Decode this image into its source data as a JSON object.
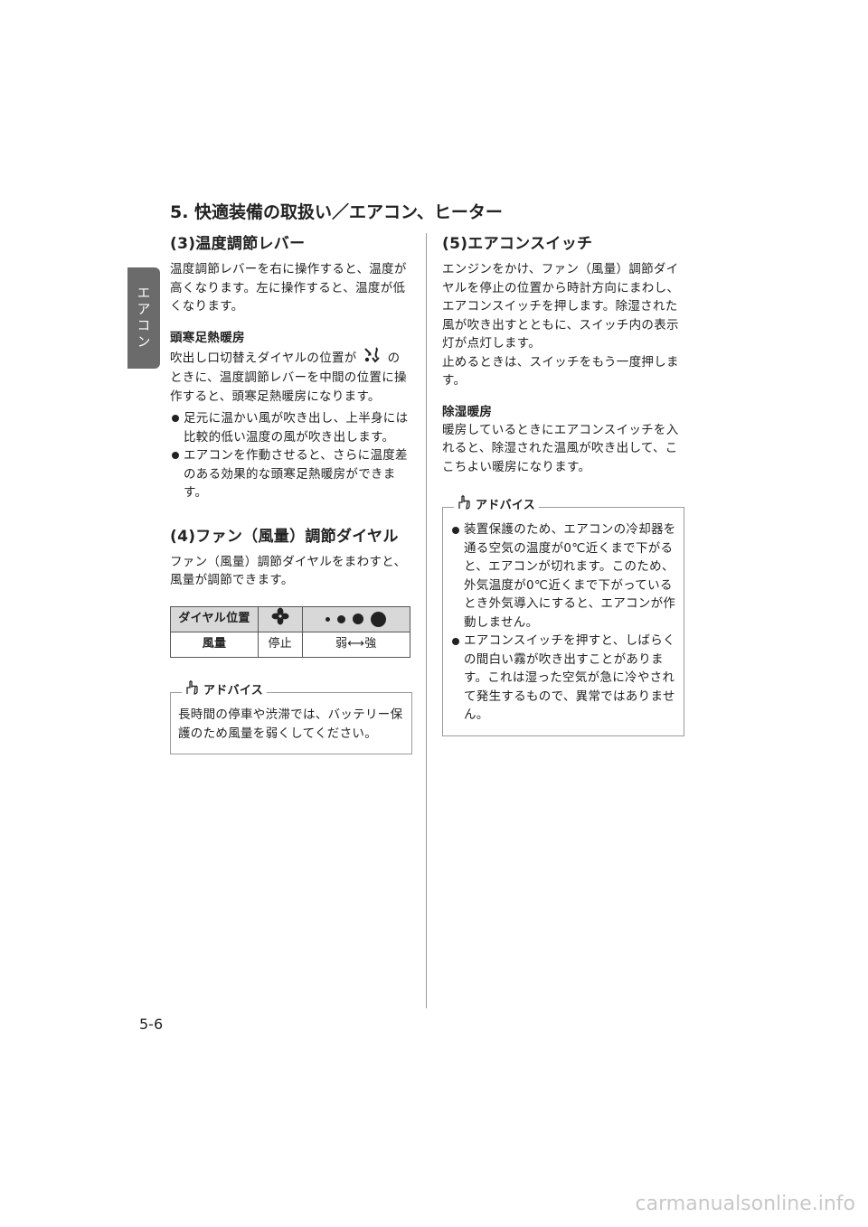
{
  "side_tab": "エアコン",
  "section_title": "5. 快適装備の取扱い／エアコン、ヒーター",
  "left": {
    "h_temp": "(3)温度調節レバー",
    "temp_p": "温度調節レバーを右に操作すると、温度が高くなります。左に操作すると、温度が低くなります。",
    "heat_title": "頭寒足熱暖房",
    "heat_p_a": "吹出し口切替えダイヤルの位置が",
    "heat_p_b": "のときに、温度調節レバーを中間の位置に操作すると、頭寒足熱暖房になります。",
    "bullets": [
      "足元に温かい風が吹き出し、上半身には比較的低い温度の風が吹き出します。",
      "エアコンを作動させると、さらに温度差のある効果的な頭寒足熱暖房ができます。"
    ],
    "h_fan": "(4)ファン（風量）調節ダイヤル",
    "fan_p": "ファン（風量）調節ダイヤルをまわすと、風量が調節できます。",
    "table": {
      "row1_label": "ダイヤル位置",
      "row2_label": "風量",
      "stop": "停止",
      "range": "弱⟷強"
    },
    "advice_label": "アドバイス",
    "advice_text": "長時間の停車や渋滞では、バッテリー保護のため風量を弱くしてください。"
  },
  "right": {
    "h_ac": "(5)エアコンスイッチ",
    "ac_p1": "エンジンをかけ、ファン（風量）調節ダイヤルを停止の位置から時計方向にまわし、エアコンスイッチを押します。除湿された風が吹き出すとともに、スイッチ内の表示灯が点灯します。",
    "ac_p2": "止めるときは、スイッチをもう一度押します。",
    "dehum_title": "除湿暖房",
    "dehum_p": "暖房しているときにエアコンスイッチを入れると、除湿された温風が吹き出して、ここちよい暖房になります。",
    "advice_label": "アドバイス",
    "advice_bullets": [
      "装置保護のため、エアコンの冷却器を通る空気の温度が0℃近くまで下がると、エアコンが切れます。このため、外気温度が0℃近くまで下がっているとき外気導入にすると、エアコンが作動しません。",
      "エアコンスイッチを押すと、しばらくの間白い霧が吹き出すことがあります。これは湿った空気が急に冷やされて発生するもので、異常ではありません。"
    ]
  },
  "page_number": "5-6",
  "watermark": "carmanualsonline.info"
}
